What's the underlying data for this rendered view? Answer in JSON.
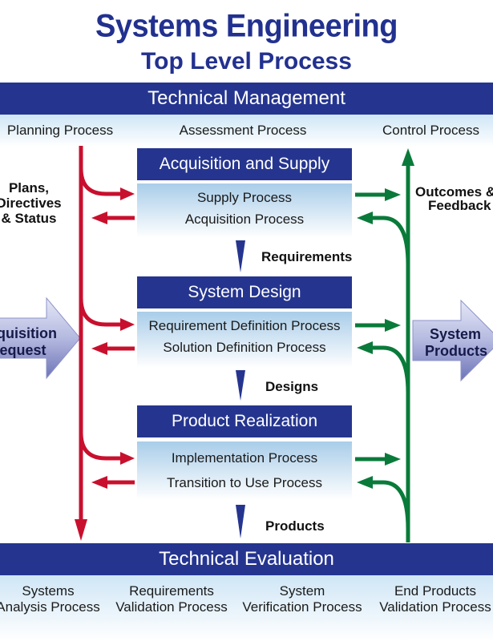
{
  "title": "Systems Engineering",
  "subtitle": "Top Level Process",
  "technical_management": {
    "label": "Technical Management",
    "processes": [
      "Planning Process",
      "Assessment Process",
      "Control Process"
    ]
  },
  "left_labels": {
    "plans": [
      "Plans,",
      "Directives",
      "& Status"
    ],
    "acquisition_request": [
      "Acquisition",
      "Request"
    ]
  },
  "right_labels": {
    "outcomes": [
      "Outcomes &",
      "Feedback"
    ],
    "system_products": [
      "System",
      "Products"
    ]
  },
  "stages": [
    {
      "header": "Acquisition and Supply",
      "processes": [
        "Supply Process",
        "Acquisition Process"
      ],
      "output": "Requirements"
    },
    {
      "header": "System Design",
      "processes": [
        "Requirement Definition Process",
        "Solution Definition Process"
      ],
      "output": "Designs"
    },
    {
      "header": "Product Realization",
      "processes": [
        "Implementation Process",
        "Transition to Use Process"
      ],
      "output": "Products"
    }
  ],
  "technical_evaluation": {
    "label": "Technical Evaluation",
    "processes": [
      [
        "Systems",
        "Analysis Process"
      ],
      [
        "Requirements",
        "Validation Process"
      ],
      [
        "System",
        "Verification Process"
      ],
      [
        "End Products",
        "Validation Process"
      ]
    ]
  },
  "colors": {
    "navy": "#25358f",
    "title": "#22318f",
    "red_arrow": "#c8102e",
    "green_arrow": "#0a7a3a",
    "light_blue": "#a9cde9"
  }
}
